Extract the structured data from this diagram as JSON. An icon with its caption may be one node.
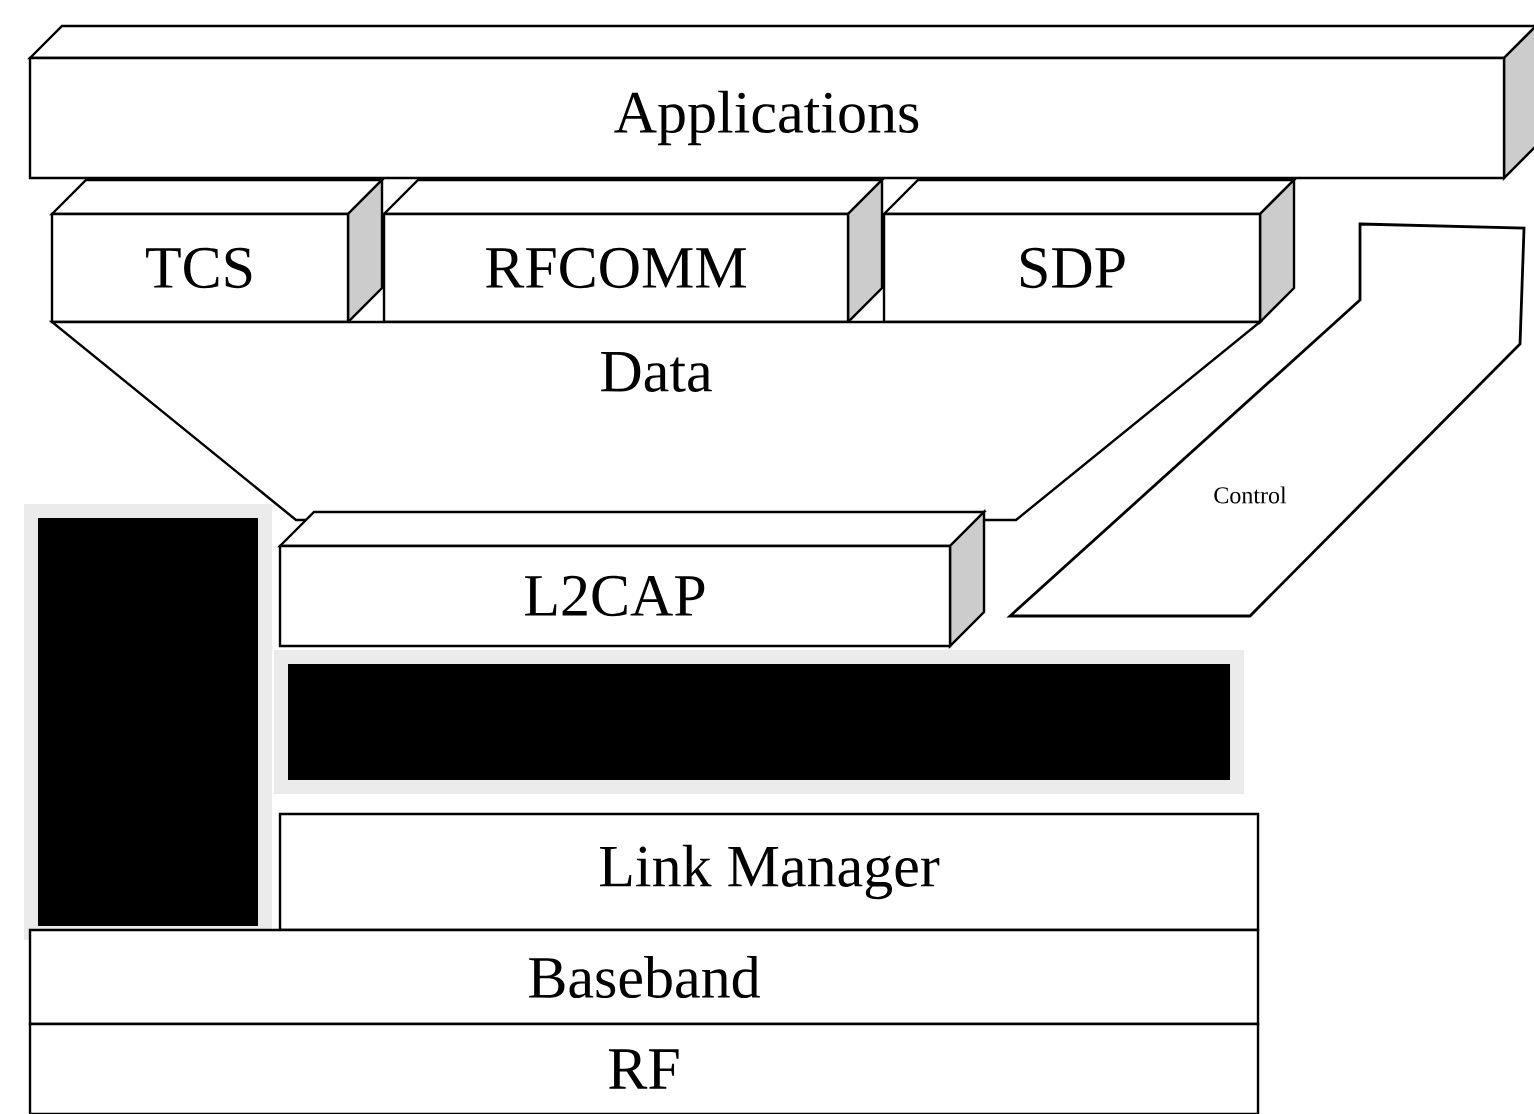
{
  "diagram": {
    "nodes": [
      {
        "text": [
          "Applications"
        ]
      },
      {
        "text": [
          "TCS"
        ]
      },
      {
        "text": [
          "RFCOMM"
        ]
      },
      {
        "text": [
          "SDP"
        ]
      },
      {
        "text": [
          "Data"
        ]
      },
      {
        "text": [
          "L2CAP"
        ]
      },
      {
        "text": [],
        "shape": "box"
      },
      {
        "text": [],
        "shape": "box"
      },
      {
        "text": [
          "Link Manager"
        ]
      },
      {
        "text": [
          "Baseband"
        ]
      },
      {
        "text": [
          "RF"
        ]
      },
      {
        "text": [
          "Control"
        ]
      }
    ]
  }
}
